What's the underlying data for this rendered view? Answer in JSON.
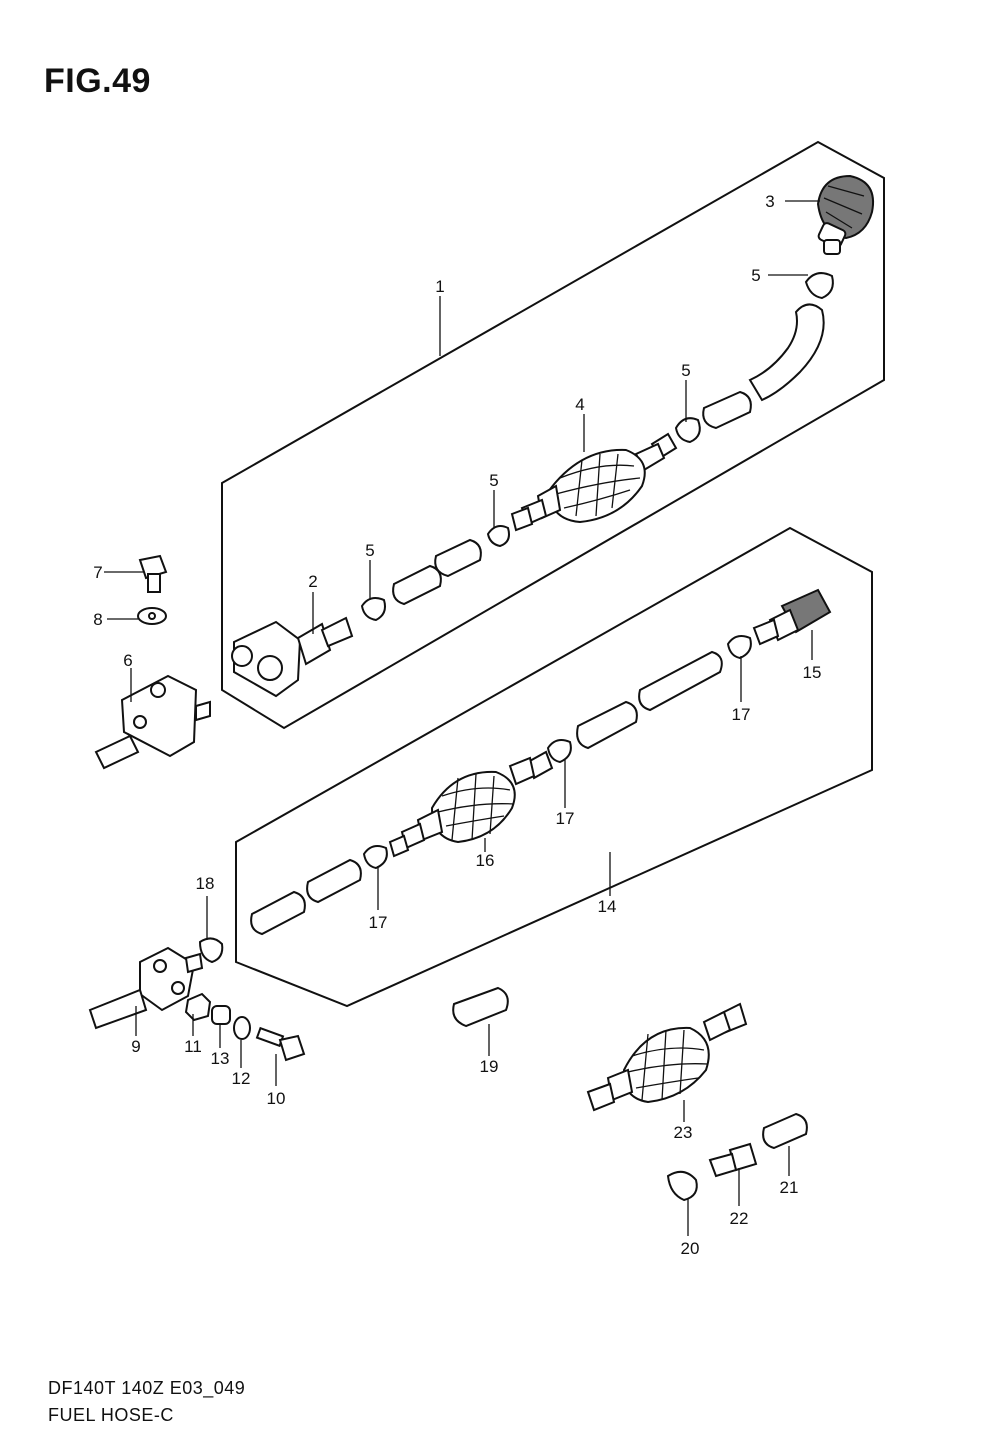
{
  "figure": {
    "title": "FIG.49"
  },
  "footer": {
    "code": "DF140T 140Z E03_049",
    "title": "FUEL HOSE-C"
  },
  "callouts": [
    "1",
    "2",
    "3",
    "4",
    "5",
    "5",
    "5",
    "5",
    "6",
    "7",
    "8",
    "9",
    "10",
    "11",
    "12",
    "13",
    "14",
    "15",
    "16",
    "17",
    "17",
    "17",
    "18",
    "19",
    "20",
    "21",
    "22",
    "23"
  ]
}
